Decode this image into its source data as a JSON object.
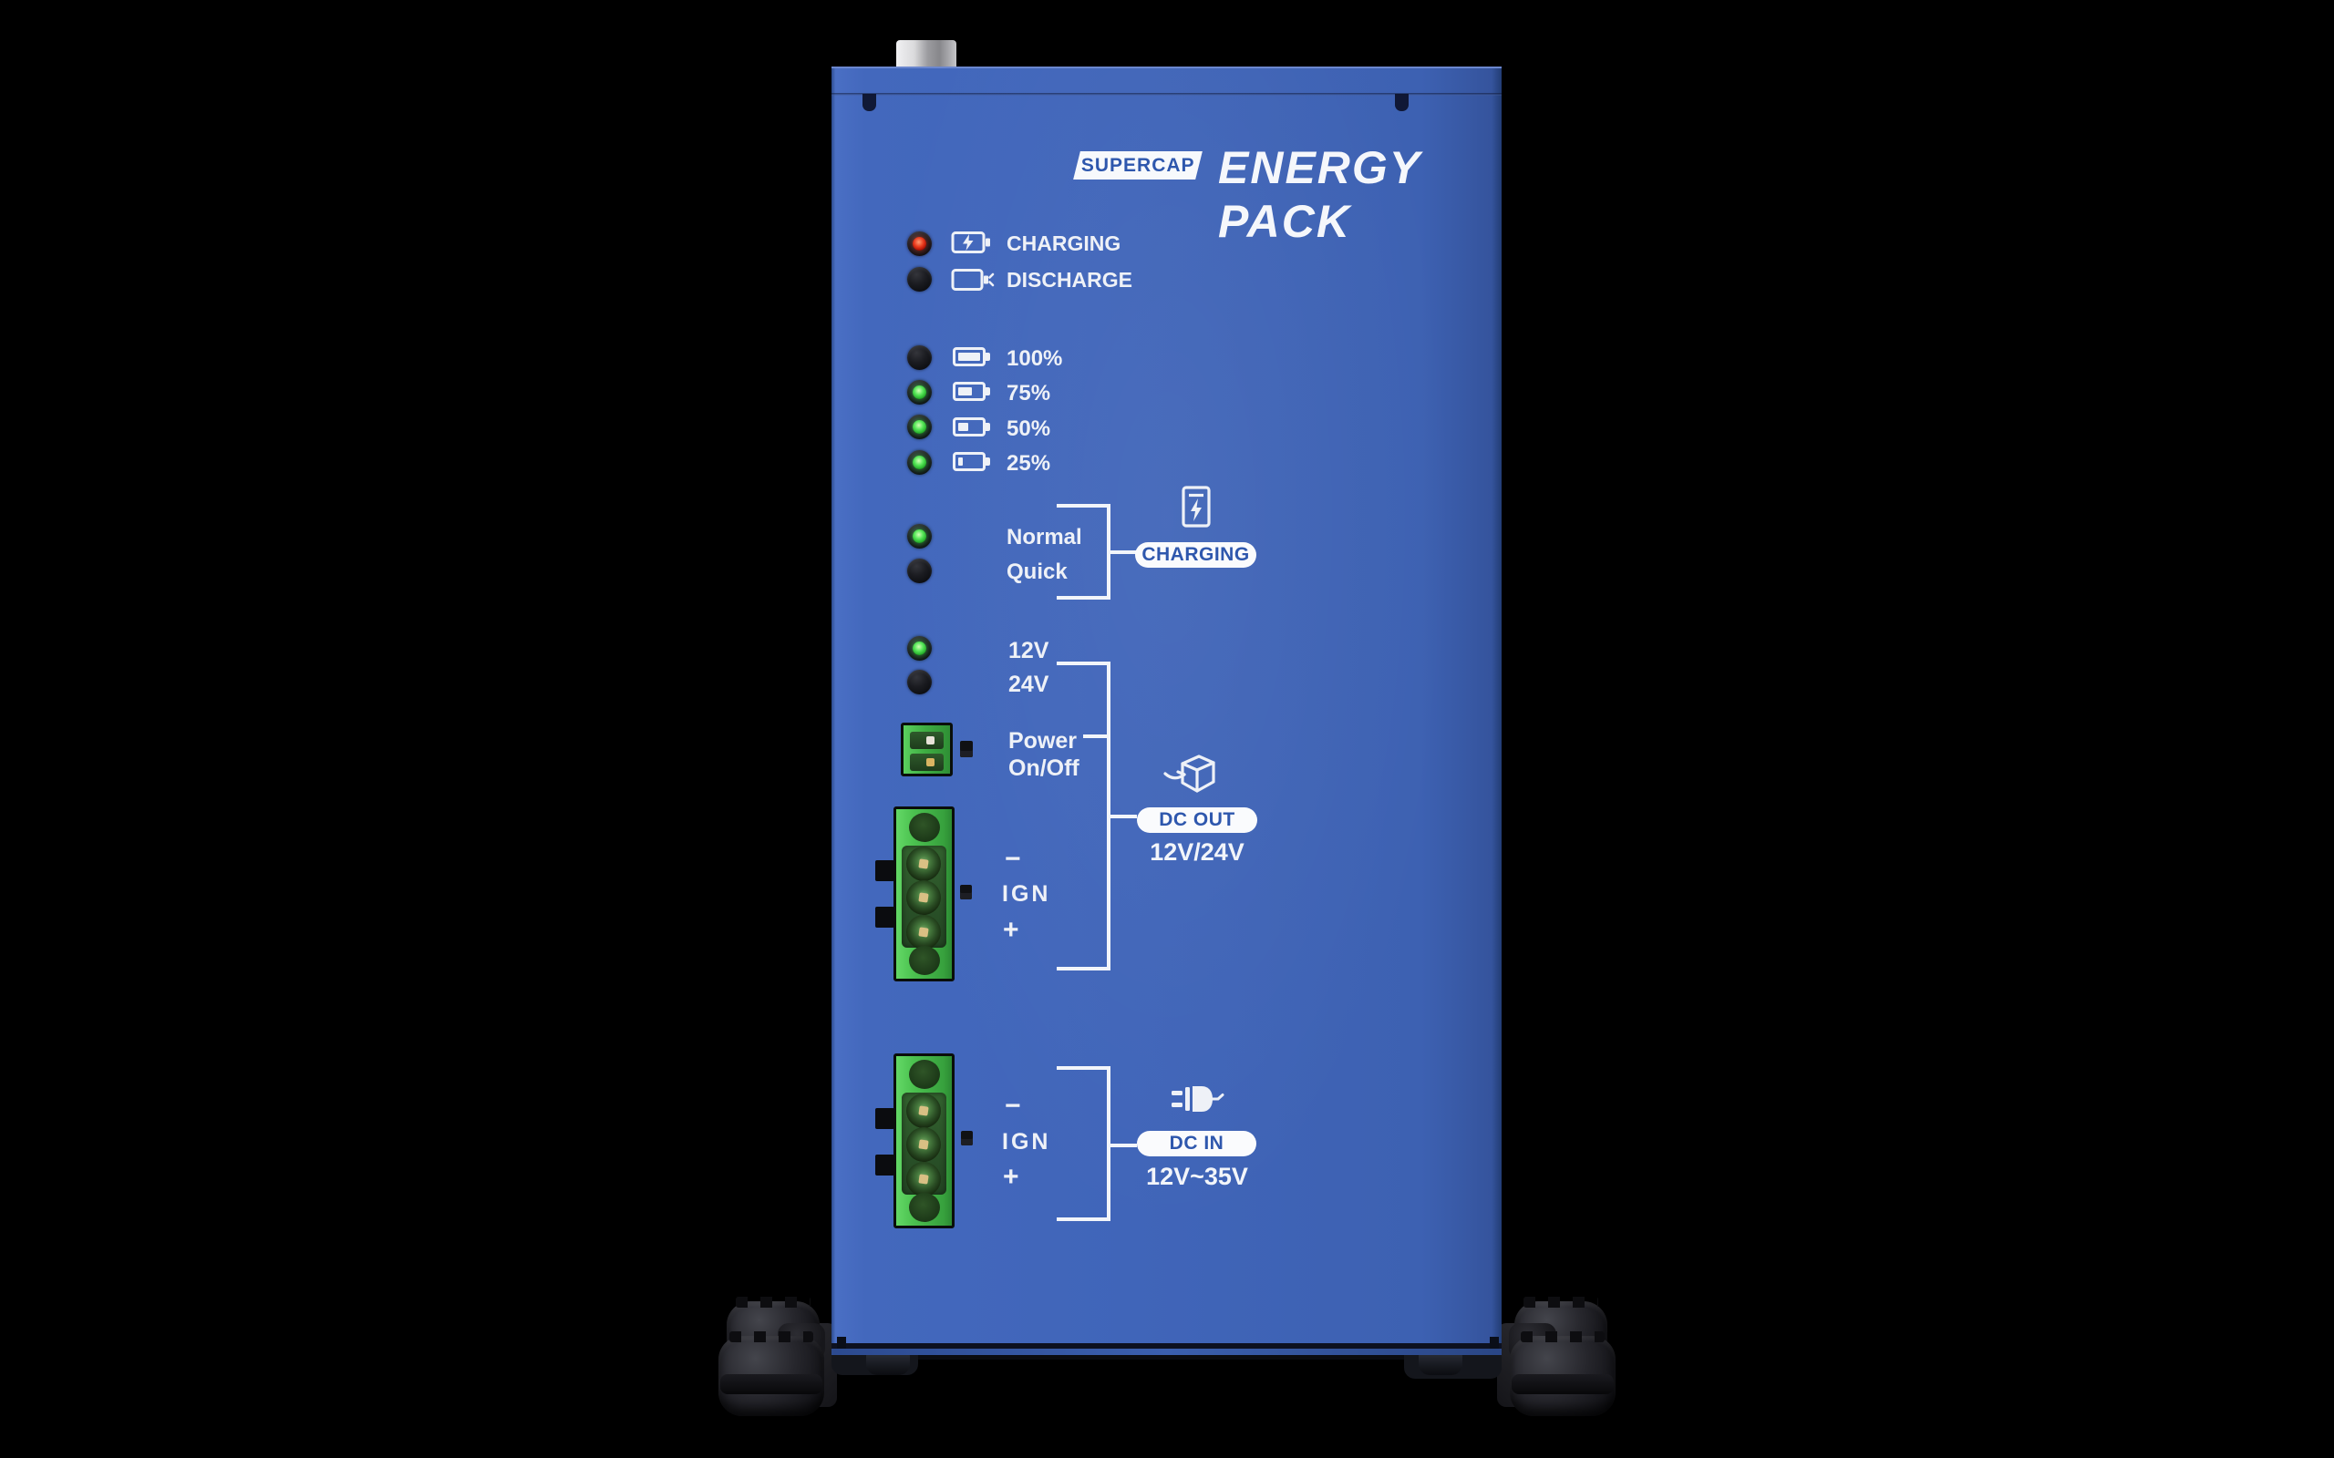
{
  "device": {
    "badge": "SUPERCAP",
    "title_line1": "ENERGY",
    "title_line2": "PACK"
  },
  "status_leds": {
    "charging": {
      "label": "CHARGING",
      "led": "red"
    },
    "discharge": {
      "label": "DISCHARGE",
      "led": "off"
    }
  },
  "battery_levels": {
    "rows": [
      {
        "label": "100%",
        "led": "off",
        "fill": 1.0
      },
      {
        "label": "75%",
        "led": "green",
        "fill": 0.62
      },
      {
        "label": "50%",
        "led": "green",
        "fill": 0.44
      },
      {
        "label": "25%",
        "led": "green",
        "fill": 0.2
      }
    ]
  },
  "charge_mode": {
    "normal_label": "Normal",
    "normal_led": "green",
    "quick_label": "Quick",
    "quick_led": "off",
    "pill_label": "CHARGING"
  },
  "dc_out": {
    "v12_label": "12V",
    "v12_led": "green",
    "v24_label": "24V",
    "v24_led": "off",
    "power_line1": "Power",
    "power_line2": "On/Off",
    "minus": "−",
    "ign": "IGN",
    "plus": "+",
    "pill_label": "DC OUT",
    "range_label": "12V/24V"
  },
  "dc_in": {
    "minus": "−",
    "ign": "IGN",
    "plus": "+",
    "pill_label": "DC IN",
    "range_label": "12V~35V"
  },
  "colors": {
    "panel_blue": "#3f64b8",
    "led_green": "#3fd84a",
    "led_red": "#e03018",
    "terminal_green": "#4cc250",
    "pill_text_blue": "#2e57ad",
    "label_white": "#eef1f7"
  }
}
